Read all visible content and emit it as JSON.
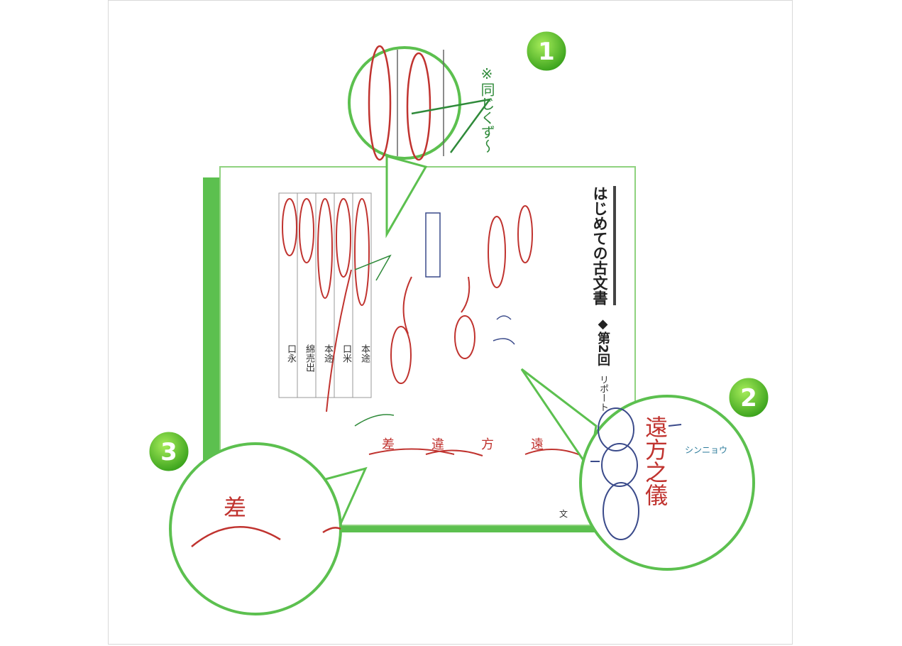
{
  "document": {
    "title": "はじめての古文書",
    "session": "◆第2回",
    "report": "リポート",
    "column_labels": [
      "本途",
      "口米",
      "本途",
      "綿売出",
      "口永"
    ],
    "publisher_mark": "文"
  },
  "annotations": {
    "note": "※同じくず～",
    "characters": [
      "差",
      "違",
      "方",
      "遠"
    ],
    "phrase": "遠方之儀",
    "shinnyou": "シンニョウ"
  },
  "callouts": [
    {
      "number": "1"
    },
    {
      "number": "2"
    },
    {
      "number": "3"
    }
  ],
  "colors": {
    "accent_green": "#5cc04f",
    "badge_green": "#6fcf2f",
    "red_ink": "#c0332f",
    "blue_ink": "#3a4a8a",
    "green_ink": "#2f8a3a"
  }
}
